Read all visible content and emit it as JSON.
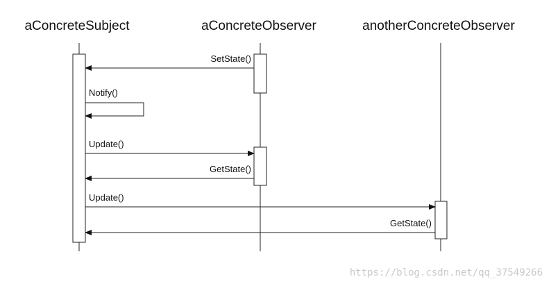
{
  "participants": {
    "subject": "aConcreteSubject",
    "observer": "aConcreteObserver",
    "another_observer": "anotherConcreteObserver"
  },
  "messages": {
    "set_state": "SetState()",
    "notify": "Notify()",
    "update_1": "Update()",
    "get_state_1": "GetState()",
    "update_2": "Update()",
    "get_state_2": "GetState()"
  },
  "watermark": "https://blog.csdn.net/qq_37549266"
}
